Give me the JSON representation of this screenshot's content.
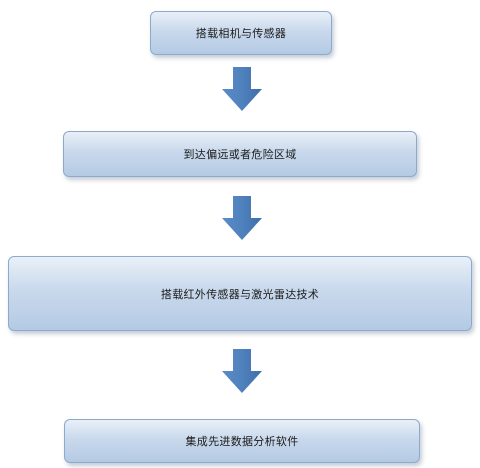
{
  "steps": [
    {
      "label": "搭载相机与传感器"
    },
    {
      "label": "到达偏远或者危险区域"
    },
    {
      "label": "搭载红外传感器与激光雷达技术"
    },
    {
      "label": "集成先进数据分析软件"
    }
  ],
  "colors": {
    "box_border": "#8eaacb",
    "box_fill_top": "#e9f0f8",
    "box_fill_bottom": "#b4cae4",
    "arrow": "#4f81bd"
  },
  "icons": [
    "arrow-down-icon",
    "arrow-down-icon",
    "arrow-down-icon"
  ]
}
